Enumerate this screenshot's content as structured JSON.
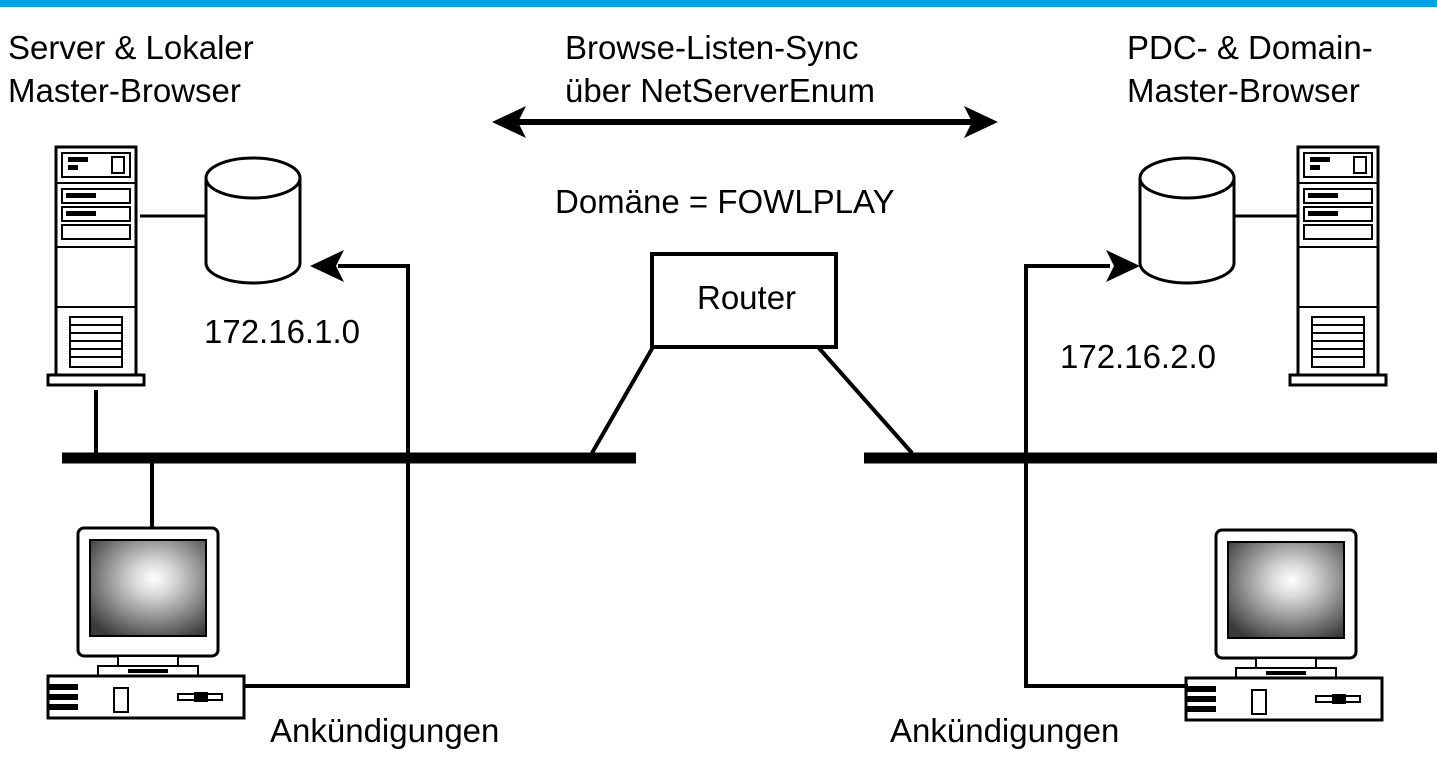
{
  "labels": {
    "left_host_line1": "Server & Lokaler",
    "left_host_line2": "Master-Browser",
    "sync_line1": "Browse-Listen-Sync",
    "sync_line2": "über NetServerEnum",
    "right_host_line1": "PDC-  & Domain-",
    "right_host_line2": "Master-Browser",
    "domain": "Domäne = FOWLPLAY",
    "router": "Router",
    "left_subnet": "172.16.1.0",
    "right_subnet": "172.16.2.0",
    "left_announcements": "Ankündigungen",
    "right_announcements": "Ankündigungen"
  },
  "colors": {
    "accent_bar": "#00a2e8",
    "ink": "#000000",
    "paper": "#ffffff"
  },
  "icons": {
    "left_server": "tower-server-icon",
    "right_server": "tower-server-icon",
    "left_database": "database-cylinder-icon",
    "right_database": "database-cylinder-icon",
    "left_workstation": "desktop-computer-icon",
    "right_workstation": "desktop-computer-icon"
  }
}
